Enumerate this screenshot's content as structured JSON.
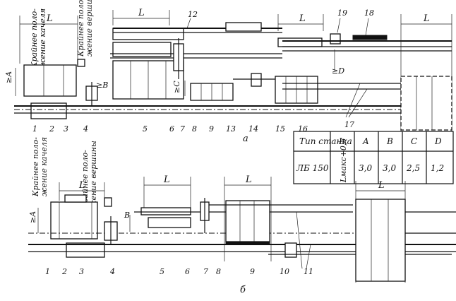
{
  "labels_a": {
    "dim_L": "L",
    "extreme_cradle": "Крайнее поло-\nжение качеля",
    "extreme_top": "Крайнее поло-\nжение вершины",
    "dim_A": "≥A",
    "dim_B": "≥B",
    "dim_C": "≥C",
    "dim_D": "≥D",
    "n1": "1",
    "n2": "2",
    "n3": "3",
    "n4": "4",
    "n5": "5",
    "n6": "6",
    "n7": "7",
    "n8": "8",
    "n9": "9",
    "n12": "12",
    "n13": "13",
    "n14": "14",
    "n15": "15",
    "n16": "16",
    "n17": "17",
    "n18": "18",
    "n19": "19",
    "caption": "а"
  },
  "labels_b": {
    "dim_L": "L",
    "extreme_cradle": "Крайнее поло-\nжение качеля",
    "extreme_top": "Крайнее поло-\nжение вершины",
    "dim_A": "≥A",
    "dim_B": "B",
    "n1": "1",
    "n2": "2",
    "n3": "3",
    "n4": "4",
    "n5": "5",
    "n6": "6",
    "n7": "7",
    "n8": "8",
    "n9": "9",
    "n10": "10",
    "n11": "11",
    "caption": "б"
  },
  "table": {
    "headers": [
      "Тип станка",
      "L",
      "A",
      "B",
      "C",
      "D"
    ],
    "row": [
      "ЛБ 150",
      "Lмакс+0,5",
      "3,0",
      "3,0",
      "2,5",
      "1,2"
    ]
  }
}
